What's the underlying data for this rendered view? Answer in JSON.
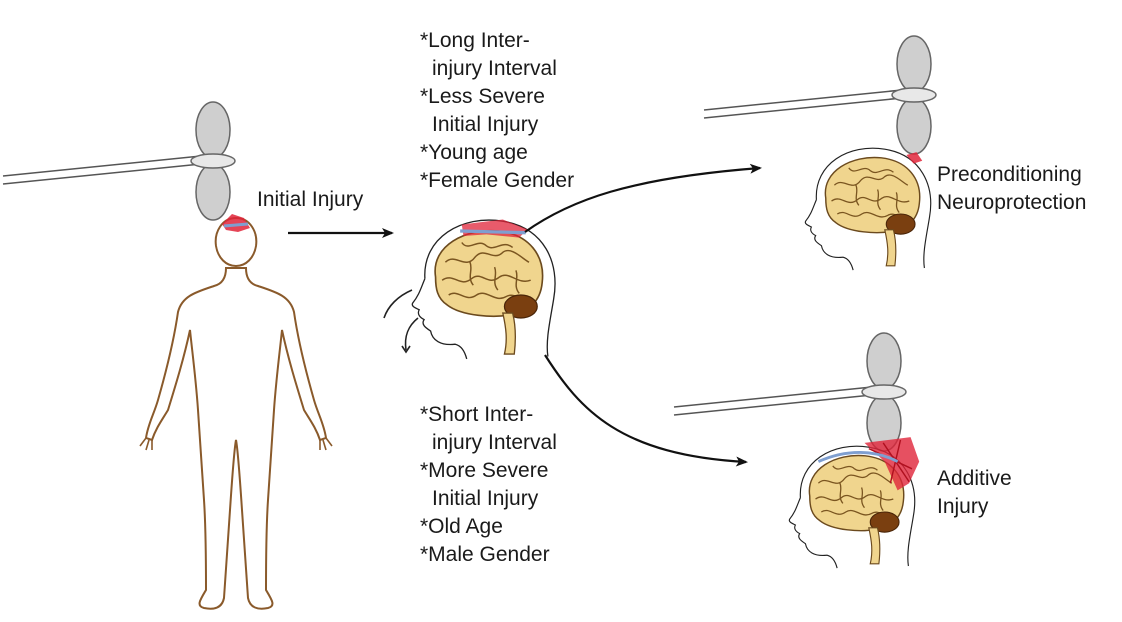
{
  "labels": {
    "initial_injury": "Initial Injury",
    "preconditioning": [
      "Preconditioning",
      "Neuroprotection"
    ],
    "additive": [
      "Additive",
      "Injury"
    ]
  },
  "factors_top": [
    "*Long Inter-",
    "injury Interval",
    "*Less Severe",
    "Initial Injury",
    "*Young age",
    "*Female Gender"
  ],
  "factors_bottom": [
    "*Short Inter-",
    "injury Interval",
    "*More Severe",
    "Initial Injury",
    "*Old Age",
    "*Male Gender"
  ],
  "colors": {
    "brain_fill": "#f0d58e",
    "brain_outline": "#6b4a1e",
    "cerebellum": "#7a3f10",
    "injury_red": "#e0243a",
    "injury_blue": "#7f9fd0",
    "body_outline": "#8a5a2b",
    "hammer_fill": "#cfcfcf"
  }
}
